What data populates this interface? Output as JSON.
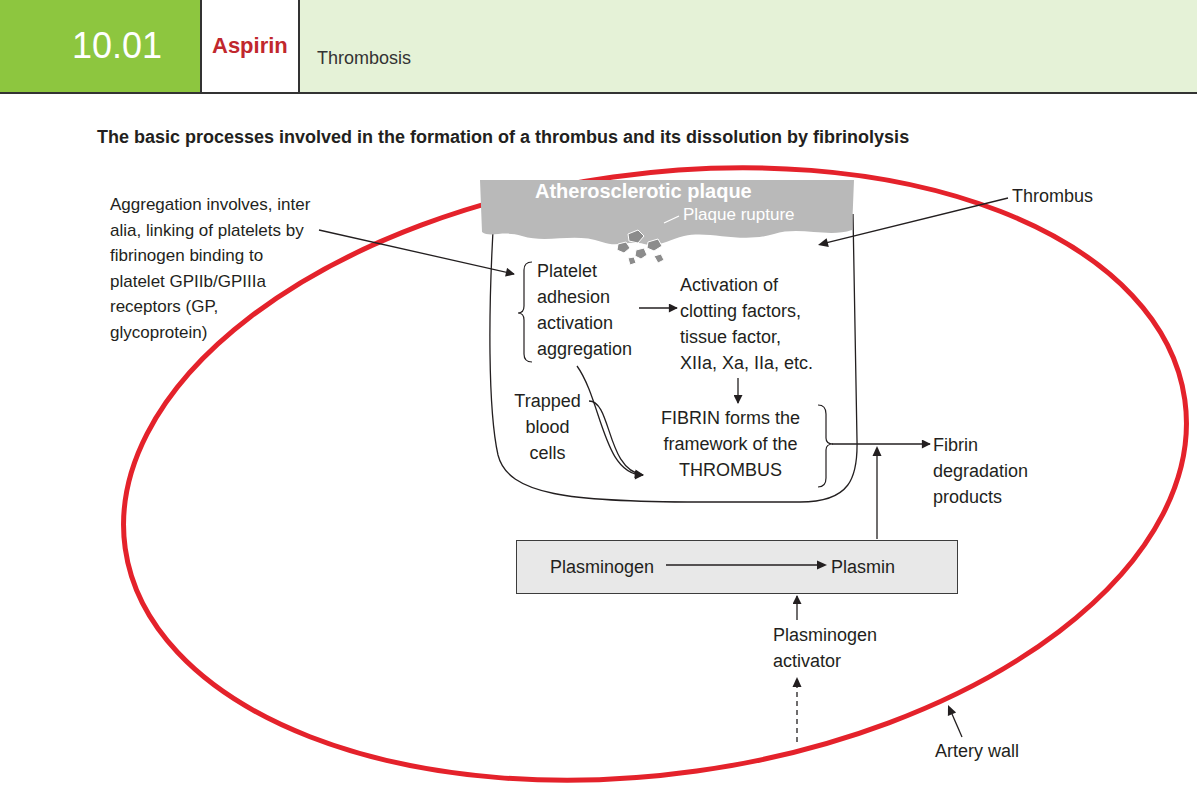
{
  "diagram": {
    "title": "The basic processes involved in the formation of a thrombus and its dissolution by fibrinolysis",
    "nodes": [
      {
        "text": [
          "Atherosclerotic plaque",
          "Plaque rupture"
        ]
      },
      {
        "text": [
          "Aggregation involves, inter alia, linking of platelets by fibrinogen binding to platelet GPIIb/GPIIIa receptors (GP, glycoprotein)"
        ]
      },
      {
        "text": [
          "Platelet adhesion activation aggregation"
        ]
      },
      {
        "text": [
          "Activation of clotting factors, tissue factor, XIIa, Xa, IIa, etc."
        ]
      },
      {
        "text": [
          "Trapped blood cells"
        ]
      },
      {
        "text": [
          "FIBRIN forms the framework of the THROMBUS"
        ]
      },
      {
        "text": [
          "Fibrin degradation products"
        ]
      },
      {
        "text": [
          "Plasminogen",
          "Plasmin"
        ]
      },
      {
        "text": [
          "Plasminogen activator"
        ]
      }
    ],
    "edges": [
      {
        "from": 1,
        "to": 2,
        "arrow": "to"
      },
      {
        "from": 2,
        "to": 3,
        "arrow": "to"
      },
      {
        "from": 3,
        "to": 5,
        "arrow": "to"
      },
      {
        "from": 2,
        "to": 5,
        "arrow": "to"
      },
      {
        "from": 4,
        "to": 5,
        "arrow": "to"
      },
      {
        "from": 5,
        "to": 6,
        "arrow": "to"
      },
      {
        "from": 8,
        "to": 7,
        "arrow": "to"
      }
    ],
    "labels": [
      "10.01",
      "Aspirin",
      "Thrombosis",
      "Thrombus",
      "Artery wall"
    ]
  }
}
